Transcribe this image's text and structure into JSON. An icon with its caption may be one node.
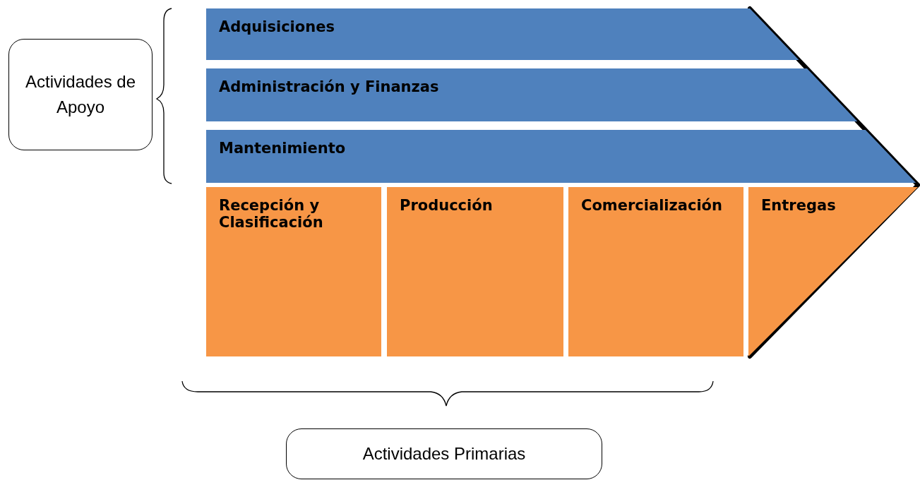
{
  "diagram": {
    "nodes": [
      {
        "text": [
          "Actividades de Apoyo"
        ]
      },
      {
        "text": [
          "Adquisiciones"
        ]
      },
      {
        "text": [
          "Administración y Finanzas"
        ]
      },
      {
        "text": [
          "Mantenimiento"
        ]
      },
      {
        "text": [
          "Recepción y Clasificación"
        ]
      },
      {
        "text": [
          "Producción"
        ]
      },
      {
        "text": [
          "Comercialización"
        ]
      },
      {
        "text": [
          "Entregas"
        ]
      },
      {
        "text": [
          "Actividades Primarias"
        ]
      }
    ],
    "edges": []
  }
}
